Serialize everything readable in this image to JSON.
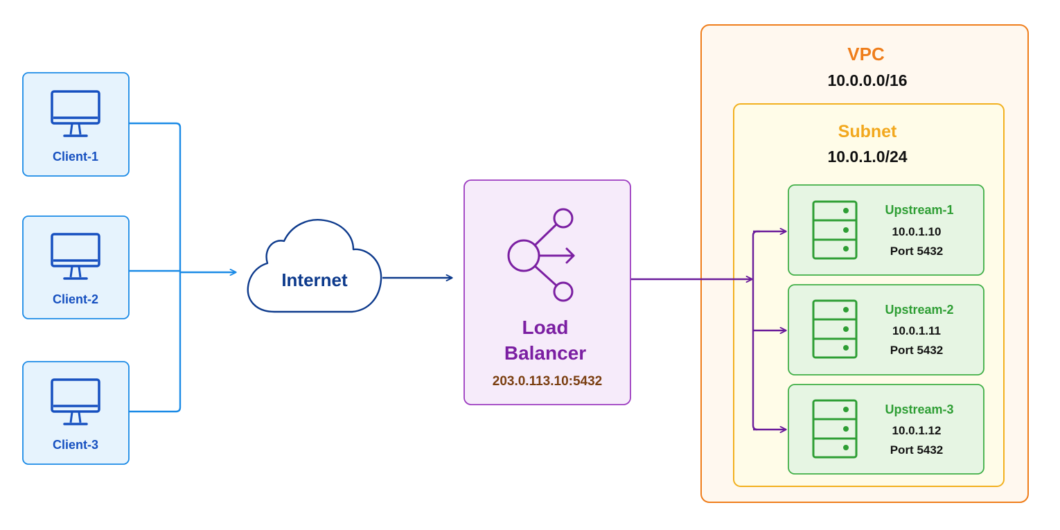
{
  "clients": [
    {
      "label": "Client-1"
    },
    {
      "label": "Client-2"
    },
    {
      "label": "Client-3"
    }
  ],
  "internet": {
    "label": "Internet"
  },
  "load_balancer": {
    "label_line1": "Load",
    "label_line2": "Balancer",
    "address": "203.0.113.10:5432"
  },
  "vpc": {
    "title": "VPC",
    "cidr": "10.0.0.0/16"
  },
  "subnet": {
    "title": "Subnet",
    "cidr": "10.0.1.0/24"
  },
  "upstreams": [
    {
      "name": "Upstream-1",
      "ip": "10.0.1.10",
      "port": "Port 5432"
    },
    {
      "name": "Upstream-2",
      "ip": "10.0.1.11",
      "port": "Port 5432"
    },
    {
      "name": "Upstream-3",
      "ip": "10.0.1.12",
      "port": "Port 5432"
    }
  ],
  "colors": {
    "client": "#1a8ae6",
    "internet": "#0d3a8c",
    "load_balancer": "#7b1fa2",
    "lb_address": "#7a3e10",
    "vpc": "#ef7d1a",
    "subnet": "#f2b01e",
    "upstream": "#2e9e34"
  }
}
